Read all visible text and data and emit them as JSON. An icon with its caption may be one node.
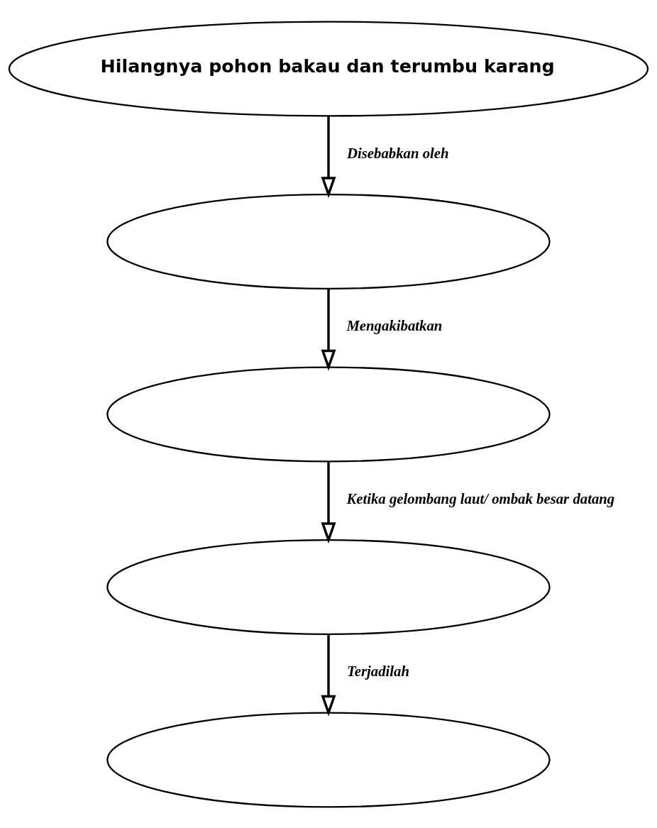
{
  "diagram": {
    "nodes": [
      {
        "text": [
          "Hilangnya pohon bakau dan terumbu karang"
        ]
      },
      {
        "text": [],
        "shape": "ellipse"
      },
      {
        "text": [],
        "shape": "ellipse"
      },
      {
        "text": [],
        "shape": "ellipse"
      },
      {
        "text": [],
        "shape": "ellipse"
      }
    ],
    "edges": [
      {
        "from": 0,
        "to": 1,
        "arrow": "to",
        "label": "Disebabkan oleh"
      },
      {
        "from": 1,
        "to": 2,
        "arrow": "to",
        "label": "Mengakibatkan"
      },
      {
        "from": 2,
        "to": 3,
        "arrow": "to",
        "label": "Ketika gelombang laut/ ombak besar datang"
      },
      {
        "from": 3,
        "to": 4,
        "arrow": "to",
        "label": "Terjadilah"
      }
    ]
  }
}
